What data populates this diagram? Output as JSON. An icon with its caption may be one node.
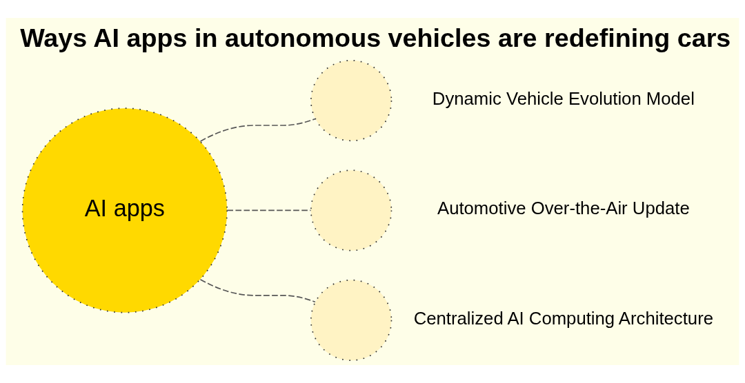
{
  "diagram": {
    "title": "Ways AI apps in autonomous vehicles are redefining cars",
    "nodes": [
      {
        "text": [
          "AI apps"
        ]
      },
      {
        "text": [],
        "shape": "circle",
        "beside": [
          "Dynamic Vehicle Evolution Model"
        ]
      },
      {
        "text": [],
        "shape": "circle",
        "beside": [
          "Automotive Over-the-Air Update"
        ]
      },
      {
        "text": [],
        "shape": "circle",
        "beside": [
          "Centralized AI Computing Architecture"
        ]
      }
    ],
    "edges": [
      {
        "from": 0,
        "to": 1,
        "arrow": "none",
        "style": "dashed"
      },
      {
        "from": 0,
        "to": 2,
        "arrow": "none",
        "style": "dashed"
      },
      {
        "from": 0,
        "to": 3,
        "arrow": "none",
        "style": "dashed"
      }
    ]
  }
}
